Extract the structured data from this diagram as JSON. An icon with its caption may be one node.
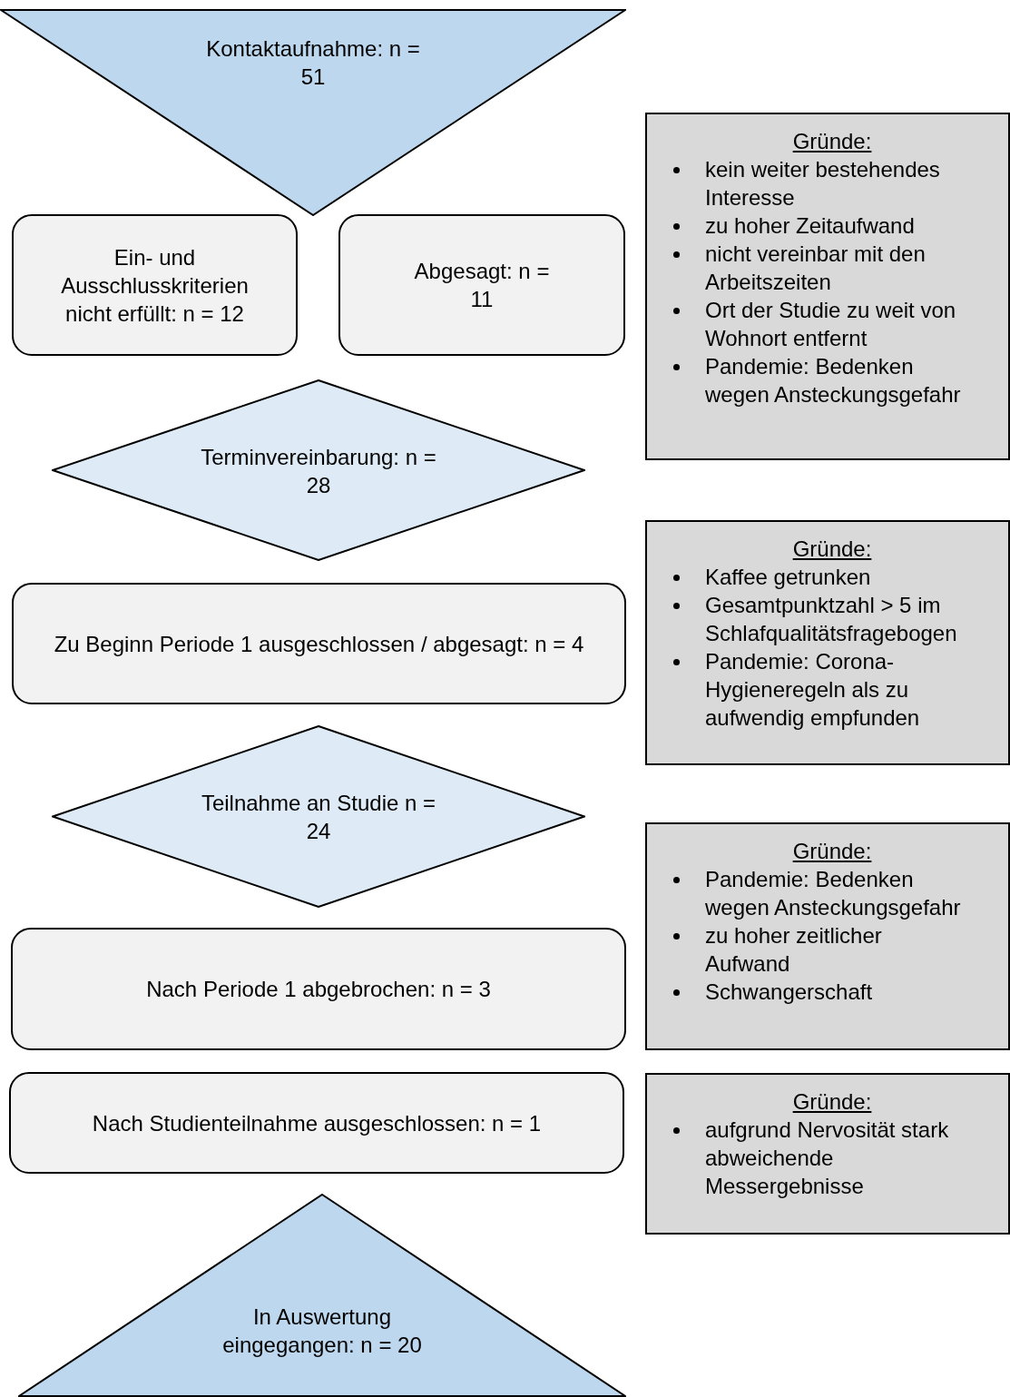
{
  "diagram": {
    "nodes": [
      {
        "text": [
          "Kontaktaufnahme: n = 51"
        ]
      },
      {
        "text": [
          "Ein- und Ausschlusskriterien nicht erfüllt: n = 12"
        ]
      },
      {
        "text": [
          "Abgesagt: n = 11"
        ]
      },
      {
        "text": [
          "Gründe:",
          "kein weiter bestehendes Interesse",
          "zu hoher Zeitaufwand",
          "nicht vereinbar mit den Arbeitszeiten",
          "Ort der Studie zu weit von Wohnort entfernt",
          "Pandemie: Bedenken wegen Ansteckungsgefahr"
        ]
      },
      {
        "text": [
          "Terminvereinbarung: n = 28"
        ]
      },
      {
        "text": [
          "Gründe:",
          "Kaffee getrunken",
          "Gesamtpunktzahl > 5 im Schlafqualitätsfragebogen",
          "Pandemie: Corona-Hygieneregeln als zu aufwendig empfunden"
        ]
      },
      {
        "text": [
          "Zu Beginn Periode 1 ausgeschlossen / abgesagt: n = 4"
        ]
      },
      {
        "text": [
          "Teilnahme an Studie n = 24"
        ]
      },
      {
        "text": [
          "Gründe:",
          "Pandemie: Bedenken wegen Ansteckungsgefahr",
          "zu hoher zeitlicher Aufwand",
          "Schwangerschaft"
        ]
      },
      {
        "text": [
          "Nach Periode 1 abgebrochen: n = 3"
        ]
      },
      {
        "text": [
          "Nach Studienteilnahme ausgeschlossen: n = 1"
        ]
      },
      {
        "text": [
          "Gründe:",
          "aufgrund Nervosität stark abweichende Messergebnisse"
        ]
      },
      {
        "text": [
          "In Auswertung eingegangen: n = 20"
        ]
      }
    ]
  }
}
